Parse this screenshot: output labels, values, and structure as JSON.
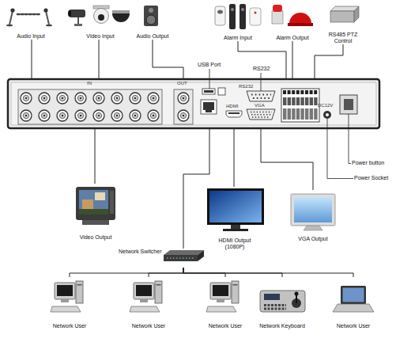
{
  "diagram": {
    "nodes": [
      {
        "text": [
          "Audio Input"
        ]
      },
      {
        "text": [
          "Video Input"
        ]
      },
      {
        "text": [
          "Audio Output"
        ]
      },
      {
        "text": [
          "Alarm Input"
        ]
      },
      {
        "text": [
          "Alarm Output"
        ]
      },
      {
        "text": [
          "RS485 PTZ Control"
        ]
      },
      {
        "text": [
          "IN",
          "OUT",
          "RS232",
          "HDMI",
          "VGA",
          "DC12V"
        ]
      },
      {
        "text": [
          "Video Output"
        ]
      },
      {
        "text": [
          "HDMI Output (1080P)"
        ]
      },
      {
        "text": [
          "VGA Output"
        ]
      },
      {
        "text": [
          "Network Switcher"
        ]
      },
      {
        "text": [
          "Network User"
        ]
      },
      {
        "text": [
          "Network User"
        ]
      },
      {
        "text": [
          "Network User"
        ]
      },
      {
        "text": [
          "Network Keyboard"
        ]
      },
      {
        "text": [
          "Network User"
        ]
      }
    ],
    "edges": [
      {
        "from": 0,
        "to": 6,
        "arrow": "none"
      },
      {
        "from": 1,
        "to": 6,
        "arrow": "none"
      },
      {
        "from": 2,
        "to": 6,
        "arrow": "none"
      },
      {
        "from": 3,
        "to": 6,
        "arrow": "none"
      },
      {
        "from": 4,
        "to": 6,
        "arrow": "none"
      },
      {
        "from": 5,
        "to": 6,
        "arrow": "none"
      },
      {
        "from": 6,
        "to": 7,
        "arrow": "none"
      },
      {
        "from": 6,
        "to": 8,
        "arrow": "none"
      },
      {
        "from": 6,
        "to": 9,
        "arrow": "none"
      },
      {
        "from": 6,
        "to": 10,
        "arrow": "none"
      },
      {
        "from": 10,
        "to": 11,
        "arrow": "none"
      },
      {
        "from": 10,
        "to": 12,
        "arrow": "none"
      },
      {
        "from": 10,
        "to": 13,
        "arrow": "none"
      },
      {
        "from": 10,
        "to": 14,
        "arrow": "none"
      },
      {
        "from": 10,
        "to": 15,
        "arrow": "none"
      }
    ],
    "labels": [
      "USB Port",
      "RS232",
      "Power button",
      "Power Socket"
    ]
  }
}
